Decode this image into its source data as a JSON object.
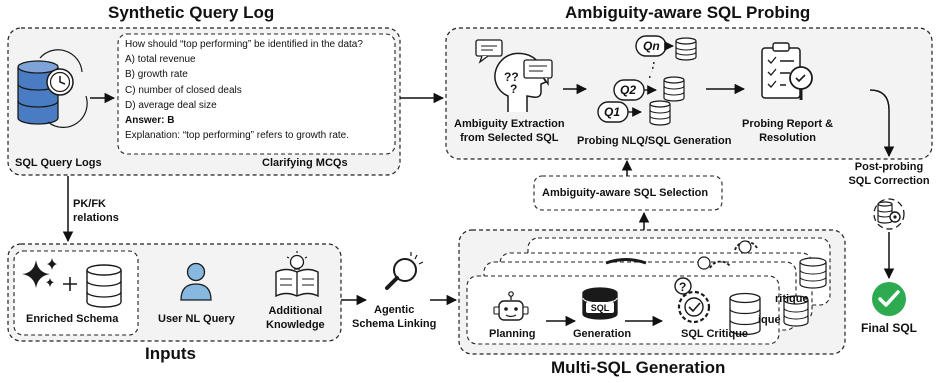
{
  "titles": {
    "synthetic_query_log": "Synthetic Query Log",
    "ambiguity_probing": "Ambiguity-aware SQL Probing",
    "inputs": "Inputs",
    "multi_sql": "Multi-SQL Generation"
  },
  "synthetic": {
    "sql_query_logs": "SQL Query Logs",
    "clarifying_mcqs": "Clarifying MCQs",
    "mcq": {
      "question": "How should “top performing” be identified in the data?",
      "options": [
        "A) total revenue",
        "B) growth rate",
        "C) number of closed deals",
        "D) average deal size"
      ],
      "answer": "Answer: B",
      "explanation": "Explanation: “top performing” refers to growth rate."
    }
  },
  "pkfk": [
    "PK/FK",
    "relations"
  ],
  "probing": {
    "extraction": [
      "Ambiguity Extraction",
      "from Selected SQL"
    ],
    "probing_gen": "Probing NLQ/SQL Generation",
    "report": [
      "Probing Report &",
      "Resolution"
    ],
    "q_labels": [
      "Qn",
      "Q2",
      "Q1"
    ]
  },
  "selection": "Ambiguity-aware SQL Selection",
  "post_probing": [
    "Post-probing",
    "SQL Correction"
  ],
  "final_sql": "Final SQL",
  "inputs": {
    "enriched_schema": "Enriched Schema",
    "user_nl_query": "User NL Query",
    "additional_knowledge": [
      "Additional",
      "Knowledge"
    ]
  },
  "schema_linking": [
    "Agentic",
    "Schema Linking"
  ],
  "multi_sql": {
    "planning": "Planning",
    "generation": "Generation",
    "critique": "SQL Critique",
    "sql_badge": "SQL",
    "peek_critique_1": "ique",
    "peek_critique_2": "ritique"
  },
  "colors": {
    "stroke": "#1a1a1a",
    "box_fill": "#ffffff",
    "panel_fill": "#f3f3f3",
    "database_blue": "#4a7cc4",
    "person_blue": "#87b8e0",
    "final_green": "#2eaa50"
  }
}
